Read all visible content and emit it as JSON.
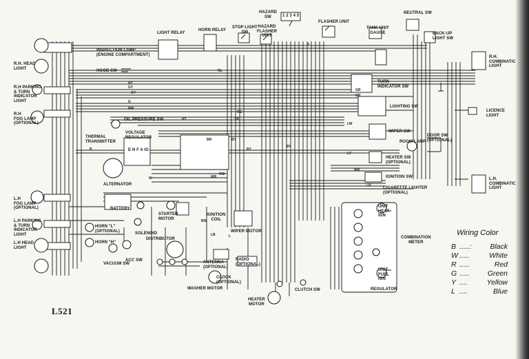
{
  "diagram": {
    "id": "L521",
    "components": {
      "light_relay": "LIGHT RELAY",
      "horn_relay": "HORN RELAY",
      "stop_light_sw": "STOP LIGHT\nSW",
      "hazard_flasher_unit": "HAZARD\nFLASHER\nUNIT",
      "hazard_sw": "HAZARD\nSW",
      "hazard_sw_terminals": "1 2 3 4 5",
      "flasher_unit": "FLASHER UNIT",
      "neutral_sw": "NEUTRAL SW",
      "tank_unit_gauge": "TANK UNIT\nGAUGE",
      "backup_light_sw": "BACK-UP\nLIGHT SW",
      "inspection_lamp": "INSPECTION LAMP\n(ENGINE COMPARTMENT)",
      "rh_head_light": "R.H. HEAD\nLIGHT",
      "hood_sw": "HOOD SW",
      "rh_parking_turn": "R.H PARKING\n& TURN\nINDICATOR\nLIGHT",
      "rh_fog_lamp": "R.H\nFOG LAMP\n(OPTIONAL)",
      "oil_pressure_sw": "OIL PRESSURE SW",
      "thermal_transmitter": "THERMAL\nTRANSMITTER",
      "voltage_regulator": "VOLTAGE\nREGULATOR",
      "regulator_terminals": "E N F A IG",
      "alternator": "ALTERNATOR",
      "battery": "BATTERY",
      "lh_fog_lamp": "L.H\nFOG LAMP\n(OPTIONAL)",
      "lh_parking_turn": "L.H PARKING\n& TURN\nINDICATOR\nLIGHT",
      "lh_head_light": "L.H HEAD\nLIGHT",
      "horn_l": "HORN \"L\"\n(OPTIONAL)",
      "horn_h": "HORN \"H\"",
      "vacuum_sw": "VACUUM SW",
      "acc_sw": "ACC SW",
      "solenoid": "SOLENOID",
      "starter_motor": "STARTER\nMOTOR",
      "distributor": "DISTRIBUTOR",
      "ignition_coil": "IGNITION\nCOIL",
      "wiper_motor": "WIPER MOTOR",
      "antenna": "ANTENNA\n(OPTIONAL)",
      "radio": "RADIO\n(OPTIONAL)",
      "clock": "CLOCK\n(OPTIONAL)",
      "washer_motor": "WASHER MOTOR",
      "heater_motor": "HEATER\nMOTOR",
      "clutch_sw": "CLUTCH SW",
      "turn_indicator_sw": "TURN\nINDICATOR SW",
      "lighting_sw": "LIGHTING SW",
      "wiper_sw": "WIPER SW",
      "door_sw": "DOOR SW\n(OPTIONAL)",
      "room_lamp": "ROOM LAMP",
      "heater_sw": "HEATER SW\n(OPTIONAL)",
      "ignition_sw": "IGNITION SW",
      "cigarette_lighter": "CIGARETTE LIGHTER\n(OPTIONAL)",
      "rh_combination_light": "R.H.\nCOMBINATION\nLIGHT",
      "licence_light": "LICENCE\nLIGHT",
      "lh_combination_light": "L.H.\nCOMBINATION\nLIGHT",
      "combination_meter": "COMBINATION\nMETER",
      "unit_heat_ign": "UNIT\nHEAT\nIGN",
      "unit_fuel_ign": "UNIT\nFUEL\nIGN",
      "regulator": "REGULATOR"
    },
    "wire_codes": [
      "RY",
      "GY",
      "RL",
      "RY",
      "GY",
      "G",
      "RW",
      "BY",
      "LW",
      "GR",
      "LB",
      "LR",
      "YR",
      "WB",
      "BR",
      "RG",
      "W",
      "RY",
      "WR",
      "B",
      "BW",
      "Y",
      "L",
      "GR",
      "BY",
      "RW",
      "LY"
    ],
    "legend": {
      "title": "Wiring Color",
      "items": [
        {
          "code": "B",
          "sep": ".....:",
          "name": "Black"
        },
        {
          "code": "W",
          "sep": ".....",
          "name": "White"
        },
        {
          "code": "R",
          "sep": ".....",
          "name": "Red"
        },
        {
          "code": "G",
          "sep": ".....",
          "name": "Green"
        },
        {
          "code": "Y",
          "sep": "....",
          "name": "Yellow"
        },
        {
          "code": "L",
          "sep": "....",
          "name": "Blue"
        }
      ]
    }
  }
}
